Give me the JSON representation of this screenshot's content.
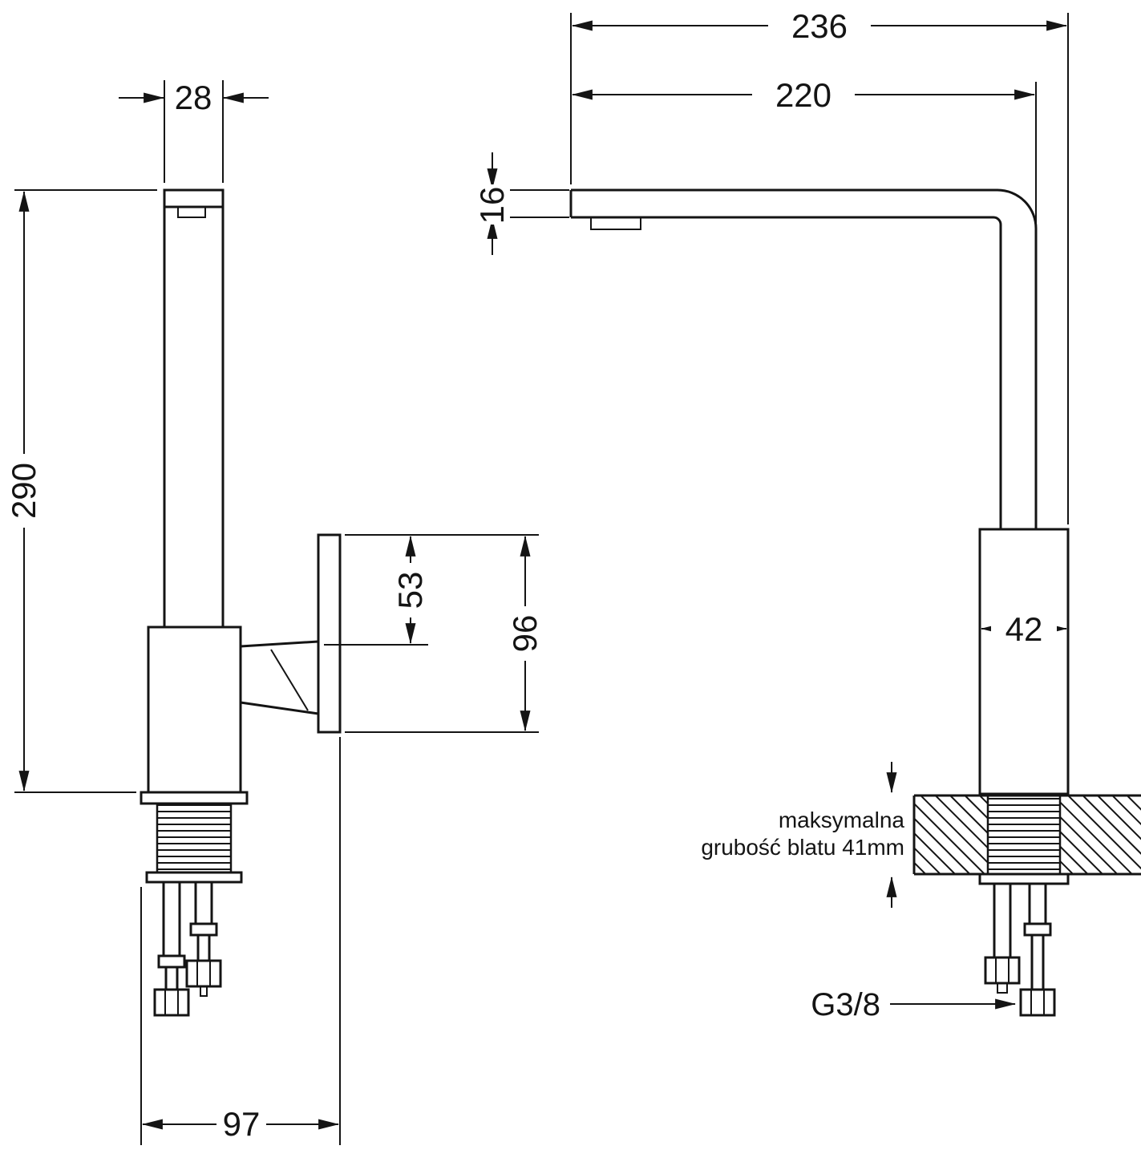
{
  "page": {
    "background_color": "#ffffff",
    "line_color": "#141414",
    "content": "kitchen faucet technical dimension drawing, side view and front view"
  },
  "dimensions": {
    "spout_top_width": "28",
    "total_height": "290",
    "base_width": "97",
    "handle_top_offset": "53",
    "handle_height": "96",
    "total_depth": "236",
    "spout_reach": "220",
    "spout_thickness": "16",
    "body_diameter": "42"
  },
  "labels": {
    "connection_thread": "G3/8",
    "countertop_note_line1": "maksymalna",
    "countertop_note_line2": "grubość blatu 41mm"
  }
}
